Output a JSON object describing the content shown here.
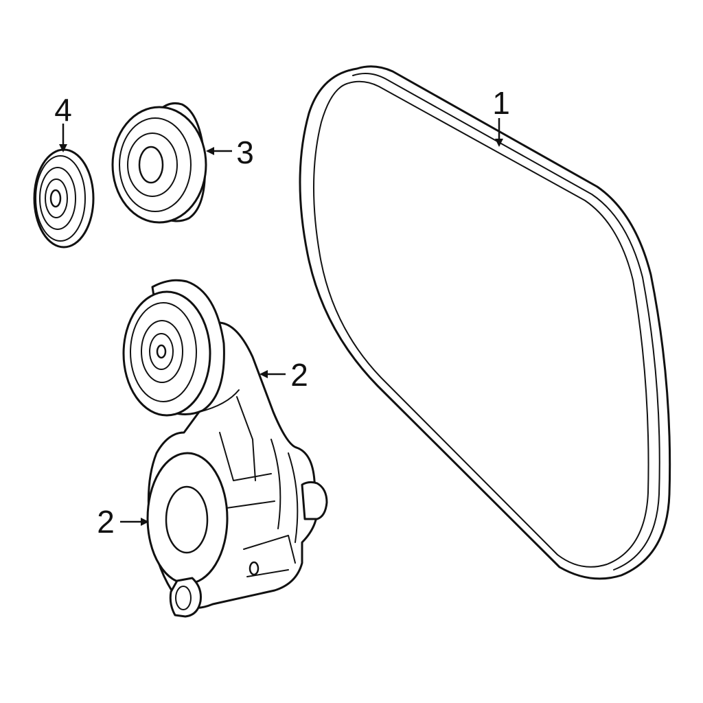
{
  "callouts": {
    "belt": "1",
    "tensioner_pulley": "2",
    "tensioner_body": "2",
    "idler_pulley_large": "3",
    "idler_pulley_small": "4"
  },
  "colors": {
    "line": "#111111",
    "background": "#ffffff"
  }
}
